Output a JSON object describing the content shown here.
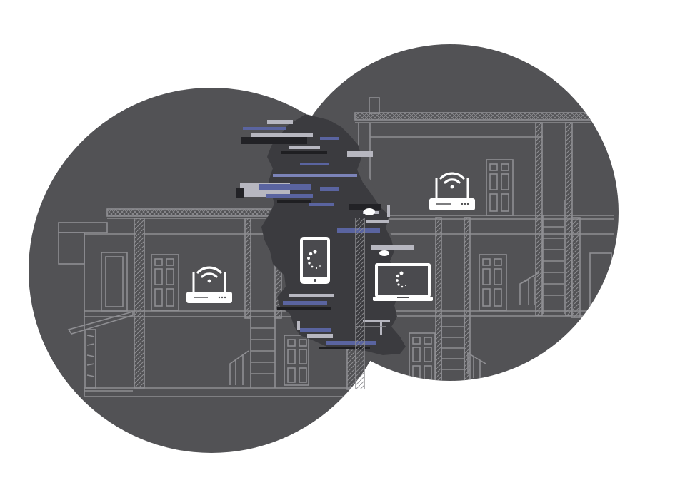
{
  "colors": {
    "background": "#ffffff",
    "zone_fill": "#525255",
    "blueprint_line": "#8e8e92",
    "blueprint_dim": "#7b7b80",
    "device_white": "#ffffff",
    "interference_dark": "#3b3b3f",
    "interference_blue": "#5a64a0",
    "interference_light": "#b7b7c0"
  },
  "zones": [
    {
      "name": "left-coverage-zone",
      "router": "wifi-router-icon"
    },
    {
      "name": "right-coverage-zone",
      "router": "wifi-router-icon"
    }
  ],
  "devices": [
    {
      "name": "tablet-icon",
      "state": "loading-spinner-icon"
    },
    {
      "name": "laptop-icon",
      "state": "loading-spinner-icon"
    }
  ],
  "effects": {
    "dead_zone": "signal-interference-glitch"
  }
}
